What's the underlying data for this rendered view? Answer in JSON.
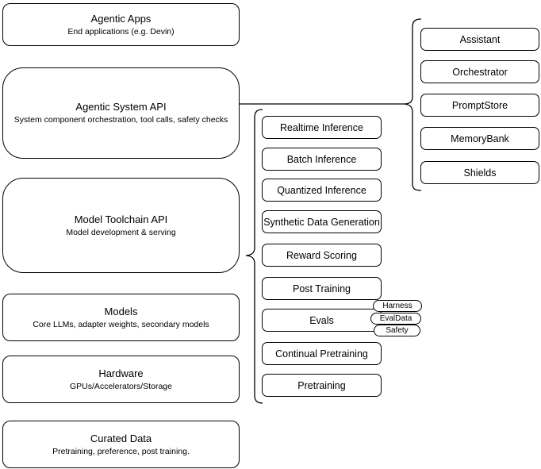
{
  "diagram": {
    "left_column": [
      {
        "title": "Agentic Apps",
        "subtitle": "End applications (e.g. Devin)"
      },
      {
        "title": "Agentic System API",
        "subtitle": "System component orchestration, tool calls, safety checks"
      },
      {
        "title": "Model Toolchain API",
        "subtitle": "Model development & serving"
      },
      {
        "title": "Models",
        "subtitle": "Core LLMs, adapter weights, secondary models"
      },
      {
        "title": "Hardware",
        "subtitle": "GPUs/Accelerators/Storage"
      },
      {
        "title": "Curated Data",
        "subtitle": "Pretraining, preference, post training."
      }
    ],
    "toolchain_stack": [
      "Realtime Inference",
      "Batch Inference",
      "Quantized Inference",
      "Synthetic Data Generation",
      "Reward Scoring",
      "Post Training",
      "Evals",
      "Continual Pretraining",
      "Pretraining"
    ],
    "evals_tags": [
      "Harness",
      "EvalData",
      "Safety"
    ],
    "system_components": [
      "Assistant",
      "Orchestrator",
      "PromptStore",
      "MemoryBank",
      "Shields"
    ],
    "colors": {
      "stroke": "#000000",
      "fill": "#ffffff",
      "background": "#ffffff",
      "text": "#000000"
    }
  }
}
